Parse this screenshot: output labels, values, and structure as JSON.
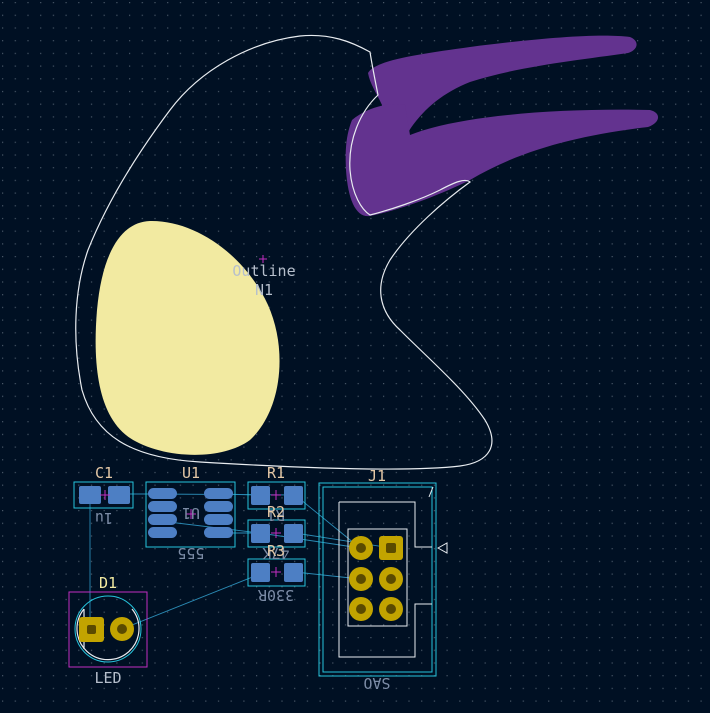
{
  "board": {
    "outline_ref": "N1",
    "outline_value": "Outline"
  },
  "colors": {
    "background": "#001023",
    "grid": "#4a5868",
    "edge_cuts": "#e8ecf0",
    "silk_fill_yellow": "#f2eaa1",
    "silk_fill_purple": "#63338f",
    "pad_smd": "#4d7fc4",
    "pad_tht": "#c2a400",
    "courtyard_cyan": "#26c4dc",
    "fab_magenta": "#c22ec2",
    "ref_text": "#e4c8a6",
    "value_text_back": "#7c8ca6",
    "ratsnest": "#2a8ab4"
  },
  "footprints": {
    "C1": {
      "ref": "C1",
      "value_back": "1u"
    },
    "U1": {
      "ref": "U1",
      "value_back": "555",
      "ref_back": "U1"
    },
    "R1": {
      "ref": "R1",
      "value_back": "R1"
    },
    "R2": {
      "ref": "R2",
      "value_back": "47K"
    },
    "R3": {
      "ref": "R3",
      "value_back": "330R"
    },
    "J1": {
      "ref": "J1",
      "value_back": "SAO"
    },
    "D1": {
      "ref": "D1",
      "value": "LED"
    }
  }
}
